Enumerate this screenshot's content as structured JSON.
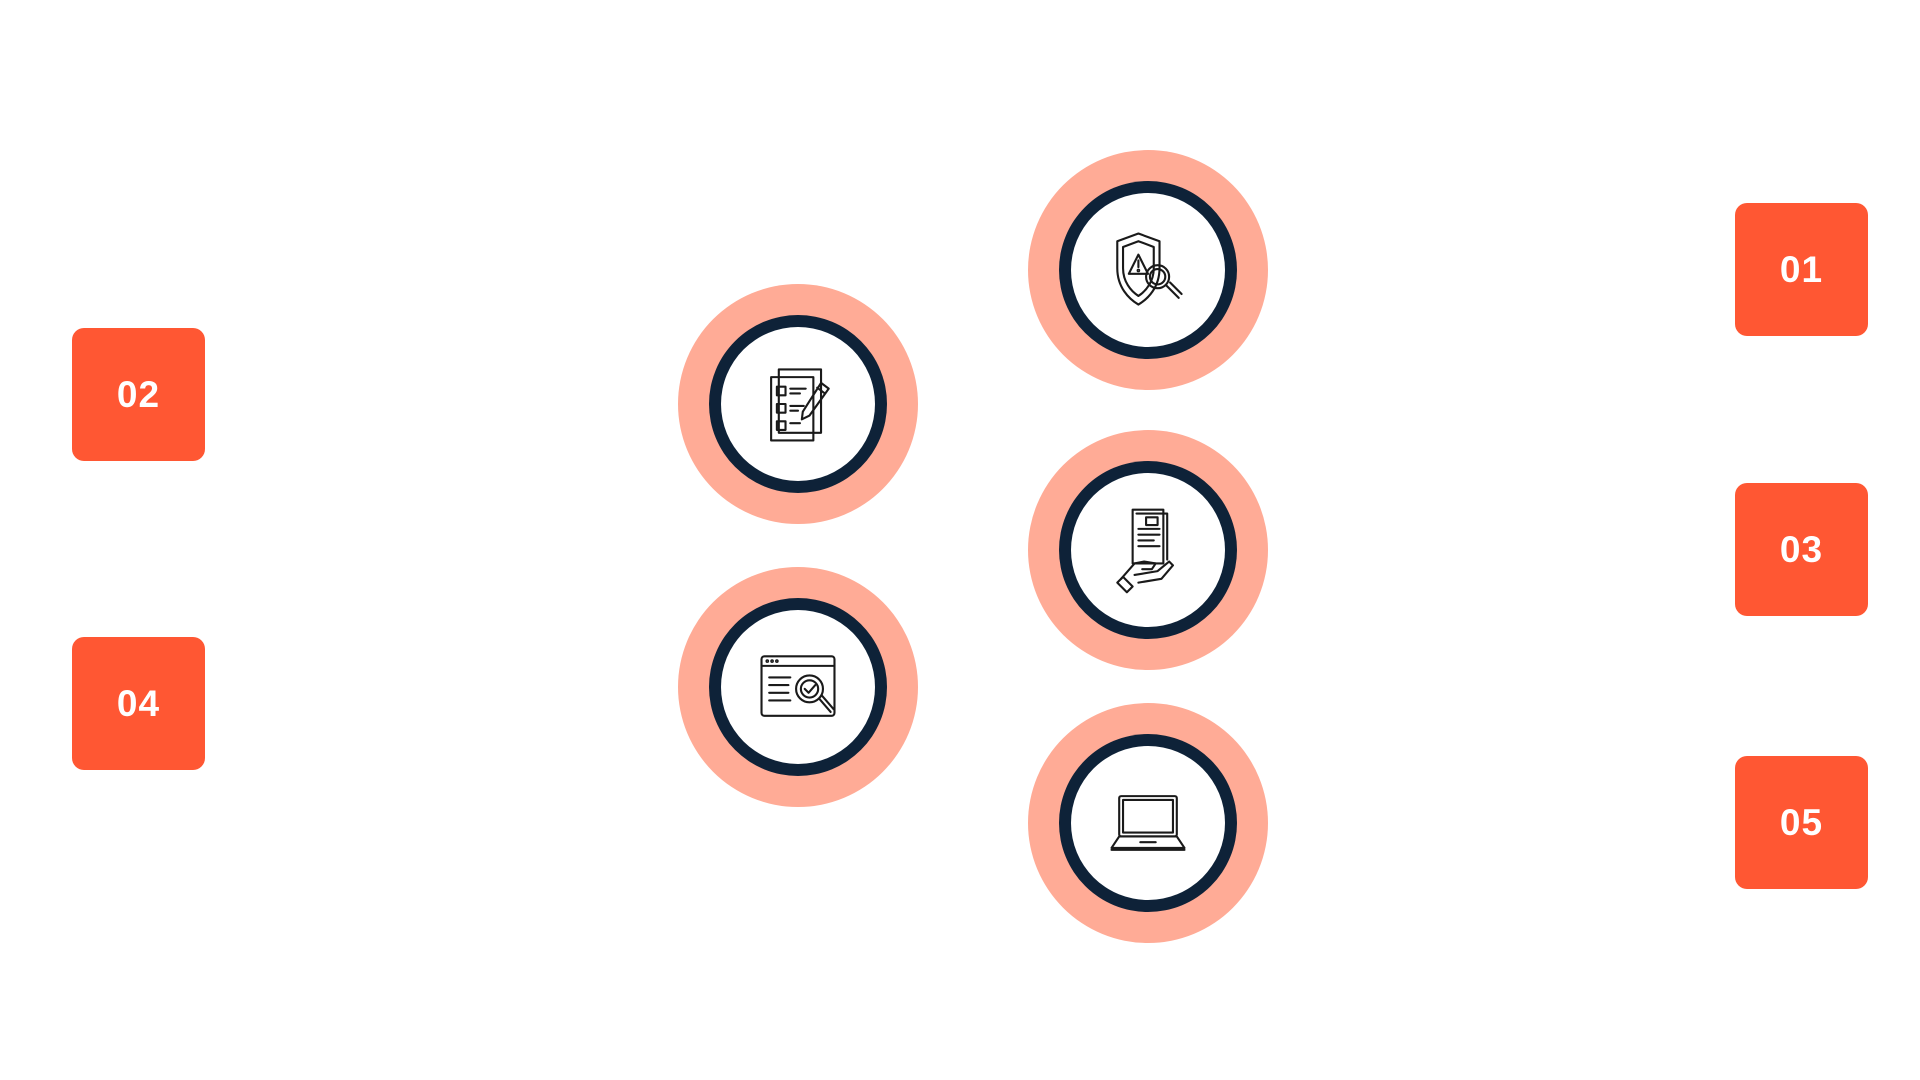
{
  "colors": {
    "badge": "#FF5733",
    "halo": "#FFAB96",
    "ring": "#0E2238",
    "face": "#FFFFFF"
  },
  "badges": [
    {
      "label": "01"
    },
    {
      "label": "02"
    },
    {
      "label": "03"
    },
    {
      "label": "04"
    },
    {
      "label": "05"
    }
  ],
  "nodes": [
    {
      "icon": "shield-search-icon"
    },
    {
      "icon": "checklist-edit-icon"
    },
    {
      "icon": "document-hand-icon"
    },
    {
      "icon": "web-check-icon"
    },
    {
      "icon": "laptop-icon"
    }
  ]
}
